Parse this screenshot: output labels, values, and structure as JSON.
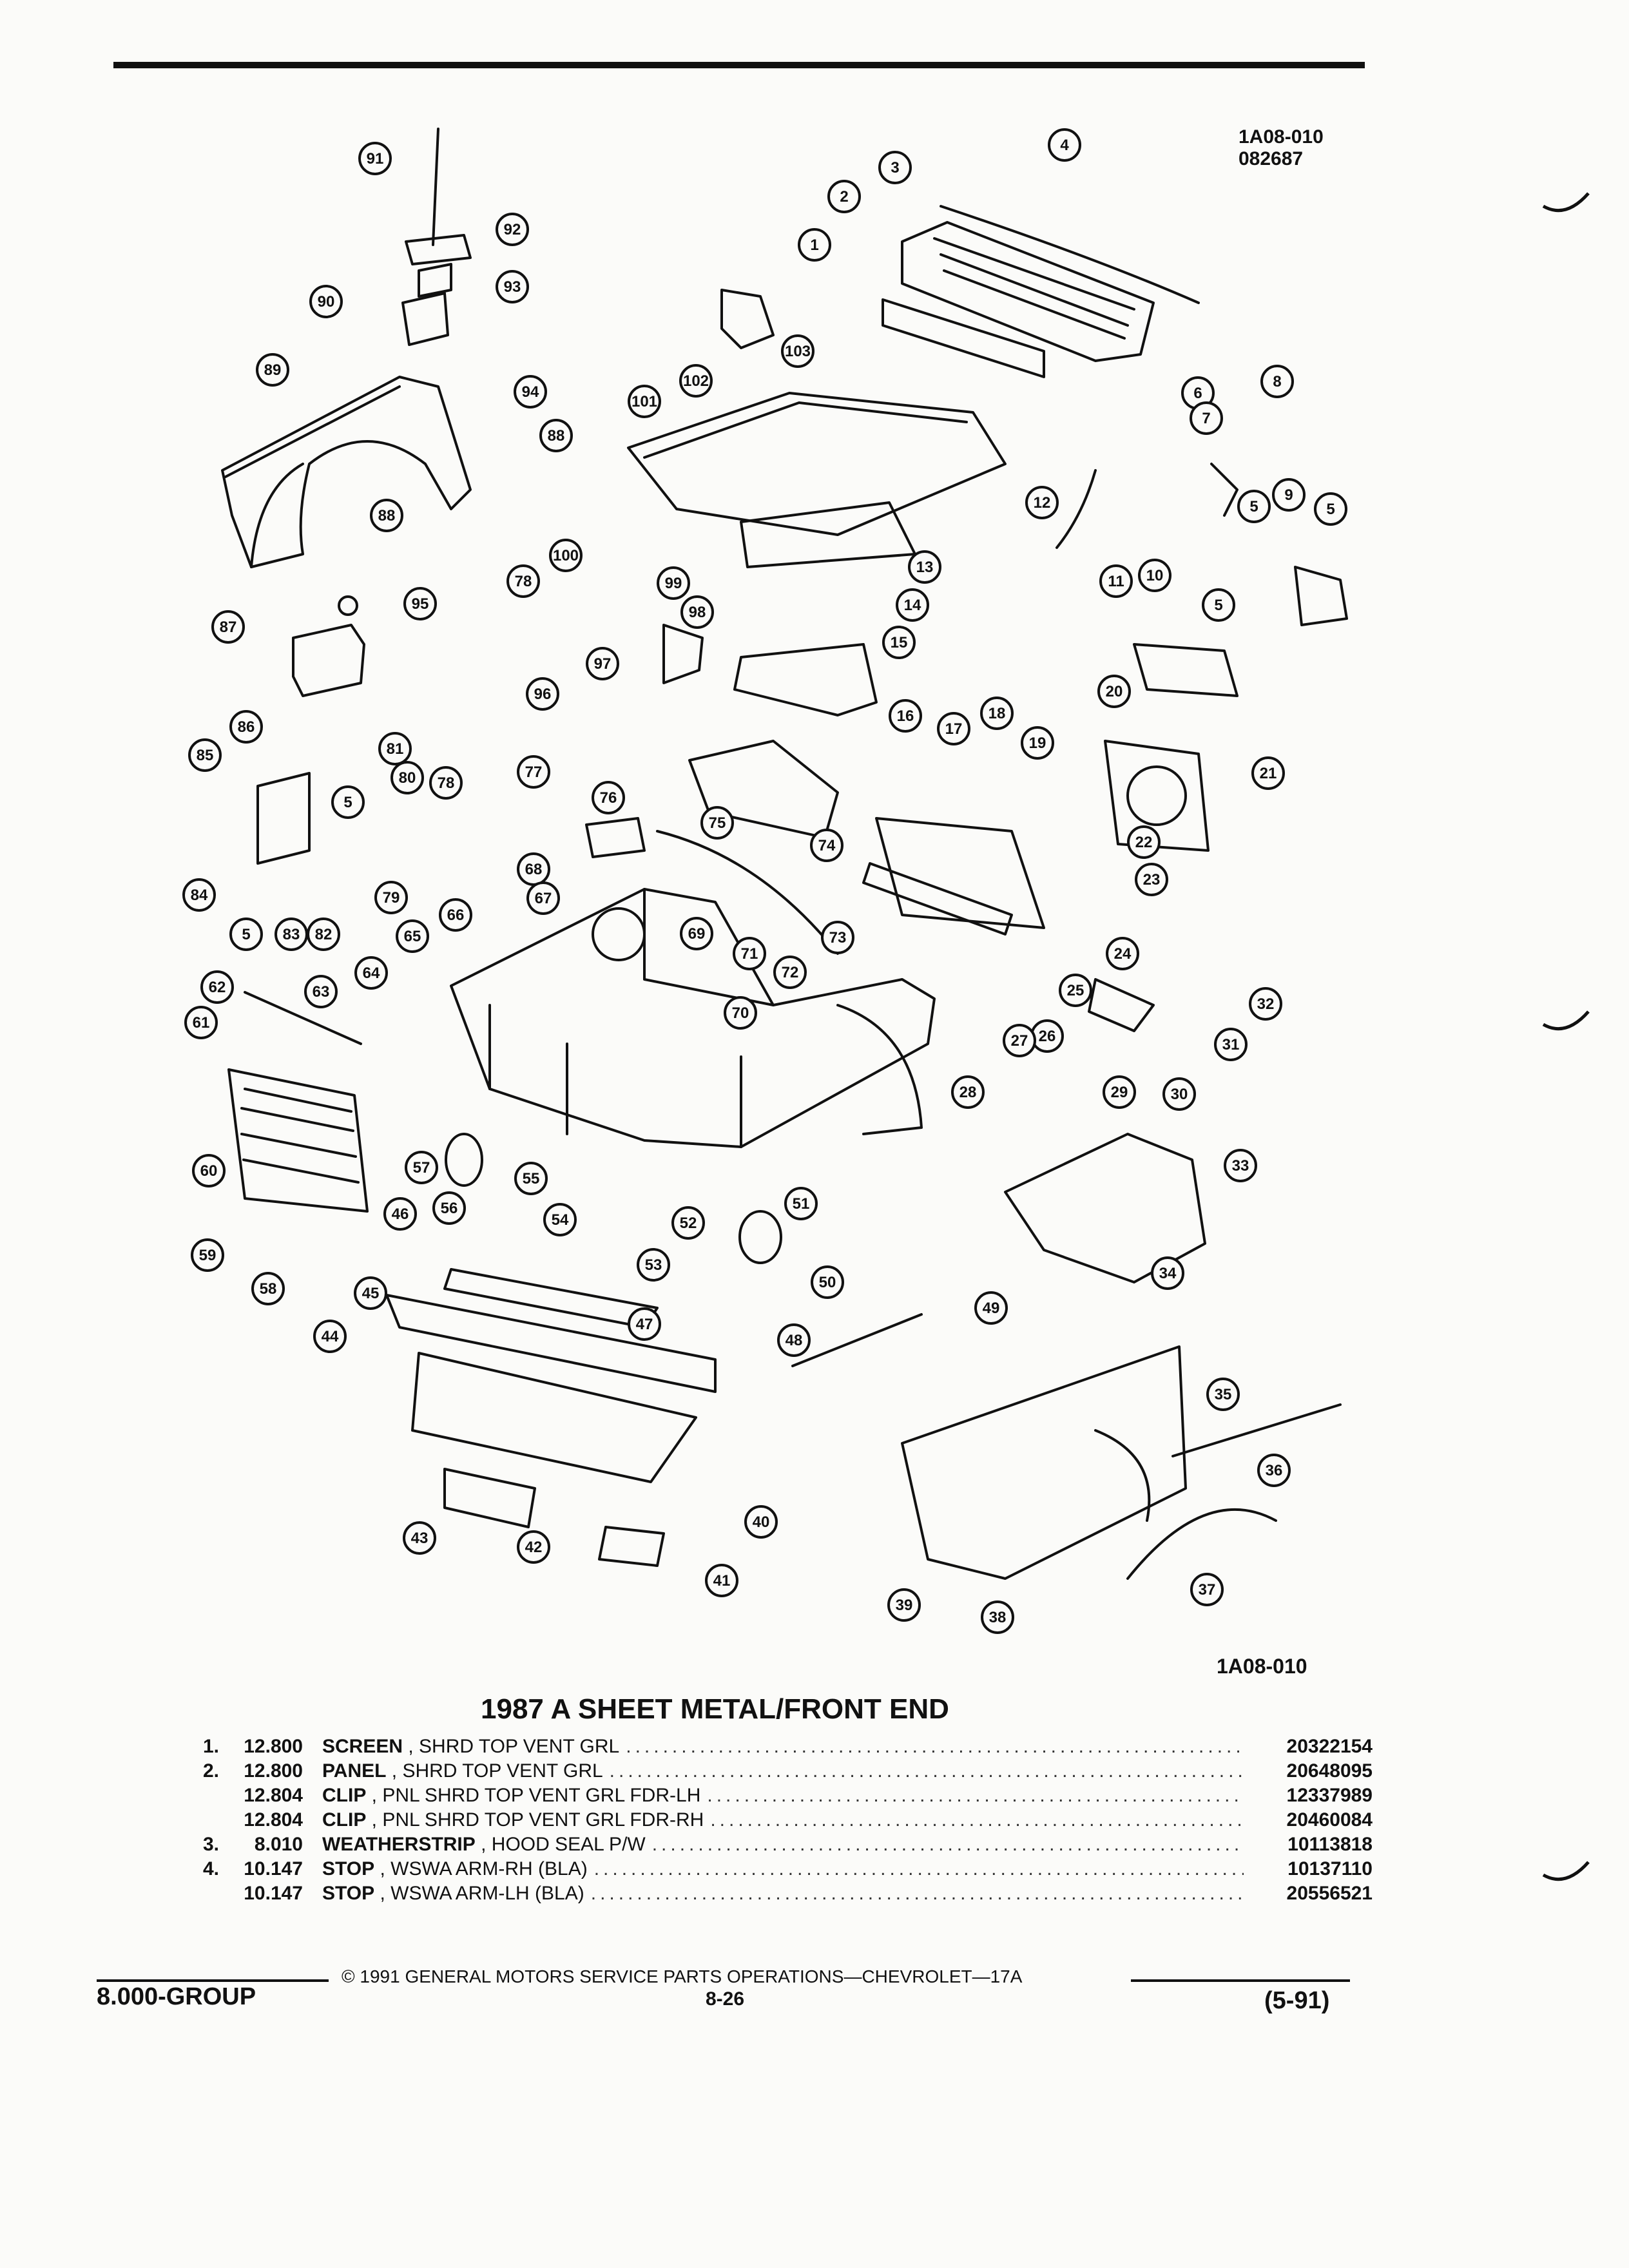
{
  "figure": {
    "id_top": "1A08-010",
    "id_top_code": "082687",
    "id_bottom": "1A08-010",
    "callouts": [
      "91",
      "92",
      "93",
      "90",
      "89",
      "94",
      "88",
      "88",
      "100",
      "78",
      "87",
      "95",
      "99",
      "98",
      "97",
      "96",
      "81",
      "80",
      "77",
      "78",
      "76",
      "86",
      "85",
      "5",
      "84",
      "5",
      "83",
      "82",
      "79",
      "68",
      "75",
      "74",
      "73",
      "69",
      "67",
      "66",
      "65",
      "64",
      "62",
      "63",
      "61",
      "60",
      "59",
      "58",
      "57",
      "56",
      "55",
      "54",
      "53",
      "52",
      "51",
      "50",
      "46",
      "45",
      "44",
      "47",
      "43",
      "42",
      "41",
      "40",
      "3",
      "4",
      "2",
      "1",
      "103",
      "102",
      "101",
      "13",
      "14",
      "15",
      "16",
      "17",
      "18",
      "19",
      "12",
      "11",
      "10",
      "5",
      "6",
      "7",
      "8",
      "9",
      "5",
      "5",
      "20",
      "21",
      "22",
      "23",
      "24",
      "25",
      "26",
      "27",
      "28",
      "29",
      "70",
      "71",
      "72",
      "30",
      "31",
      "32",
      "33",
      "34",
      "48",
      "49",
      "35",
      "36",
      "37",
      "38",
      "39"
    ]
  },
  "section_title": "1987 A SHEET METAL/FRONT END",
  "parts": [
    {
      "num": "1.",
      "code": "12.800",
      "name": "SCREEN",
      "desc": " , SHRD TOP VENT GRL",
      "part_no": "20322154"
    },
    {
      "num": "2.",
      "code": "12.800",
      "name": "PANEL",
      "desc": " , SHRD TOP VENT GRL",
      "part_no": "20648095"
    },
    {
      "num": "",
      "code": "12.804",
      "name": "CLIP",
      "desc": " , PNL SHRD TOP VENT GRL FDR-LH",
      "part_no": "12337989"
    },
    {
      "num": "",
      "code": "12.804",
      "name": "CLIP",
      "desc": " , PNL SHRD TOP VENT GRL FDR-RH",
      "part_no": "20460084"
    },
    {
      "num": "3.",
      "code": "8.010",
      "name": "WEATHERSTRIP",
      "desc": " , HOOD SEAL P/W",
      "part_no": "10113818"
    },
    {
      "num": "4.",
      "code": "10.147",
      "name": "STOP",
      "desc": " , WSWA ARM-RH (BLA)",
      "part_no": "10137110"
    },
    {
      "num": "",
      "code": "10.147",
      "name": "STOP",
      "desc": " , WSWA ARM-LH (BLA)",
      "part_no": "20556521"
    }
  ],
  "footer": {
    "copyright": "© 1991 GENERAL MOTORS SERVICE PARTS OPERATIONS—CHEVROLET—17A",
    "group": "8.000-GROUP",
    "page": "8-26",
    "date_code": "(5-91)"
  }
}
